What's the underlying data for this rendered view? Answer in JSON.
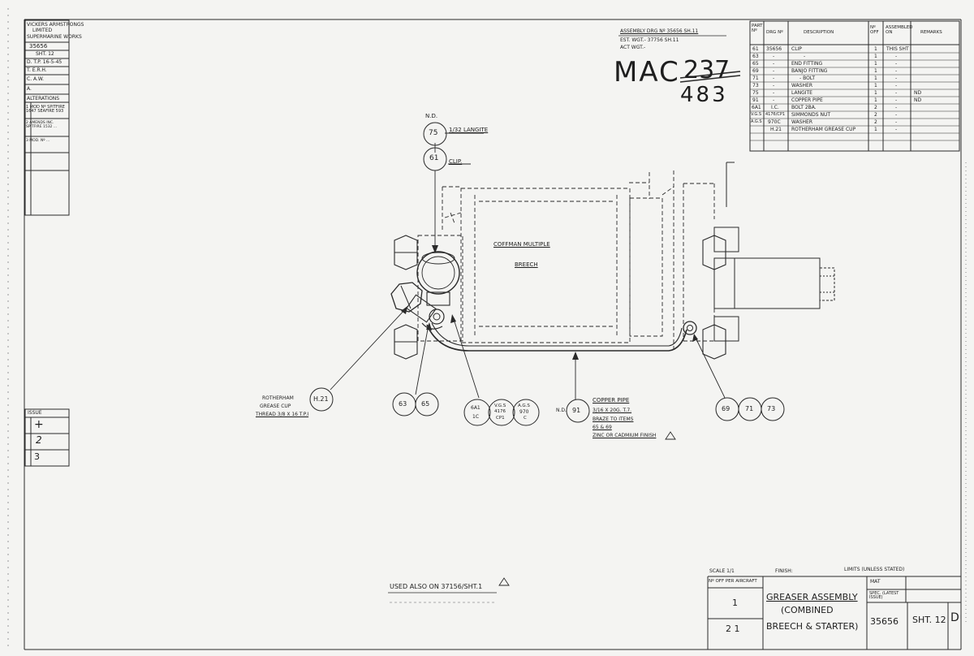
{
  "left_strip": {
    "company": [
      "VICKERS ARMSTRONGS",
      "LIMITED",
      "SUPERMARINE WORKS"
    ],
    "drawing_no": "35656",
    "sheet": "SHT. 12",
    "rows": [
      "D. T.P. 16-5-45",
      "T. E.R.H.",
      "C. A.W.",
      "A."
    ],
    "alterations_title": "ALTERATIONS",
    "alterations": [
      "1 MOD Nº SPITFIRE 1647 SEAFIRE 593",
      "2 AMENDS INC. SPITFIRE 1532 ...",
      "3 MOD. Nº ..."
    ],
    "issue_title": "ISSUE",
    "issues": [
      "+",
      "2",
      "3"
    ]
  },
  "header_notes": {
    "assembly": "ASSEMBLY DRG Nº 35656 SH.11",
    "est_wgt": "EST. WGT.- 37756 SH.11",
    "act_wgt": "ACT WGT.-"
  },
  "mac": {
    "prefix": "MAC",
    "struck": "237",
    "new": "483"
  },
  "parts_table": {
    "headers": [
      "PART Nº",
      "DRG Nº",
      "DESCRIPTION",
      "Nº OFF",
      "ASSEMBLED ON",
      "REMARKS"
    ],
    "rows": [
      [
        "61",
        "35656",
        "CLIP",
        "1",
        "THIS SHT",
        ""
      ],
      [
        "63",
        "-",
        "-",
        "1",
        "-",
        ""
      ],
      [
        "65",
        "-",
        "END FITTING",
        "1",
        "-",
        ""
      ],
      [
        "69",
        "-",
        "BANJO FITTING",
        "1",
        "-",
        ""
      ],
      [
        "71",
        "-",
        "- BOLT",
        "1",
        "-",
        ""
      ],
      [
        "73",
        "-",
        "WASHER",
        "1",
        "-",
        ""
      ],
      [
        "75",
        "-",
        "LANGITE",
        "1",
        "-",
        "ND"
      ],
      [
        "91",
        "-",
        "COPPER PIPE",
        "1",
        "-",
        "ND"
      ],
      [
        "6A1",
        "I.C.",
        "BOLT 2BA.",
        "2",
        "-",
        ""
      ],
      [
        "V.G.S",
        "4176/CP1",
        "SIMMONDS NUT",
        "2",
        "-",
        ""
      ],
      [
        "A.G.S",
        "970C",
        "WASHER",
        "2",
        "-",
        ""
      ],
      [
        "",
        "H.21",
        "ROTHERHAM GREASE CUP",
        "1",
        "-",
        ""
      ]
    ]
  },
  "callouts": {
    "nd_top": "N.D.",
    "b75": "75",
    "b61": "61",
    "langite": "1/32 LANGITE",
    "clip": "CLIP.",
    "coffman": "COFFMAN MULTIPLE",
    "breech": "BREECH",
    "h21": "H.21",
    "rotherham": [
      "ROTHERHAM",
      "GREASE CUP",
      "THREAD 3/8 X 16 T.P.I"
    ],
    "b63": "63",
    "b65": "65",
    "b6a1": [
      "6A1",
      "1C"
    ],
    "bvgs": [
      "V.G.S",
      "4176",
      "CP1"
    ],
    "bags": [
      "A.G.S",
      "970",
      "C"
    ],
    "nd_mid": "N.D.",
    "b91": "91",
    "copper": [
      "COPPER PIPE",
      "3/16 X 20G. T.7.",
      "BRAZE TO ITEMS",
      "65 & 69",
      "ZINC OR CADMIUM FINISH"
    ],
    "b69": "69",
    "b71": "71",
    "b73": "73"
  },
  "used_also": "USED ALSO ON 37156/SHT.1",
  "title_block": {
    "scale": "SCALE 1/1",
    "finish": "FINISH:",
    "limits": "LIMITS (UNLESS STATED)",
    "no_off": "Nº OFF PER AIRCRAFT",
    "mat": "MAT",
    "spec": "SPEC. (LATEST ISSUE)",
    "qty1": "1",
    "qty2": "2 1",
    "title": [
      "GREASER ASSEMBLY",
      "(COMBINED",
      "BREECH & STARTER)"
    ],
    "drg_no": "35656",
    "sheet": "SHT. 12",
    "rev": "D"
  }
}
